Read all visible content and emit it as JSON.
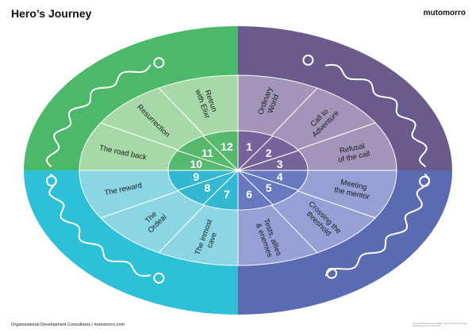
{
  "header": {
    "title": "Hero’s Journey",
    "brand": "mutomorro"
  },
  "footer": {
    "text": "Organisational Development Consultants / mutomorro.com",
    "fine_print": "This tool has been made available under a Creative Commons Attribution licence by mutomorro"
  },
  "colors": {
    "q_topright": "#6b5b8c",
    "q_bottomright": "#5b6bb3",
    "q_bottomleft": "#2ec0d6",
    "q_topleft": "#4cb86a",
    "ring_topright": "#a394ba",
    "ring_bottomright": "#95a0d4",
    "ring_bottomleft": "#8ad6e3",
    "ring_topleft": "#a6d8a8",
    "inner_topright": "#75639a",
    "inner_bottomright": "#6879c2",
    "inner_bottomleft": "#34b8d2",
    "inner_topleft": "#56b96e"
  },
  "stages": [
    {
      "number": "1",
      "label": [
        "Ordinary",
        "World"
      ]
    },
    {
      "number": "2",
      "label": [
        "Call to",
        "Adventure"
      ]
    },
    {
      "number": "3",
      "label": [
        "Refusal",
        "of the call"
      ]
    },
    {
      "number": "4",
      "label": [
        "Meeting",
        "the mentor"
      ]
    },
    {
      "number": "5",
      "label": [
        "Crossing the",
        "threshold"
      ]
    },
    {
      "number": "6",
      "label": [
        "Tests, allies",
        "& enemies"
      ]
    },
    {
      "number": "7",
      "label": [
        "The inmost",
        "cave"
      ]
    },
    {
      "number": "8",
      "label": [
        "The",
        "Ordeal"
      ]
    },
    {
      "number": "9",
      "label": [
        "The reward"
      ]
    },
    {
      "number": "10",
      "label": [
        "The road back"
      ]
    },
    {
      "number": "11",
      "label": [
        "Resurrection"
      ]
    },
    {
      "number": "12",
      "label": [
        "Retrun",
        "with Elixr"
      ]
    }
  ]
}
